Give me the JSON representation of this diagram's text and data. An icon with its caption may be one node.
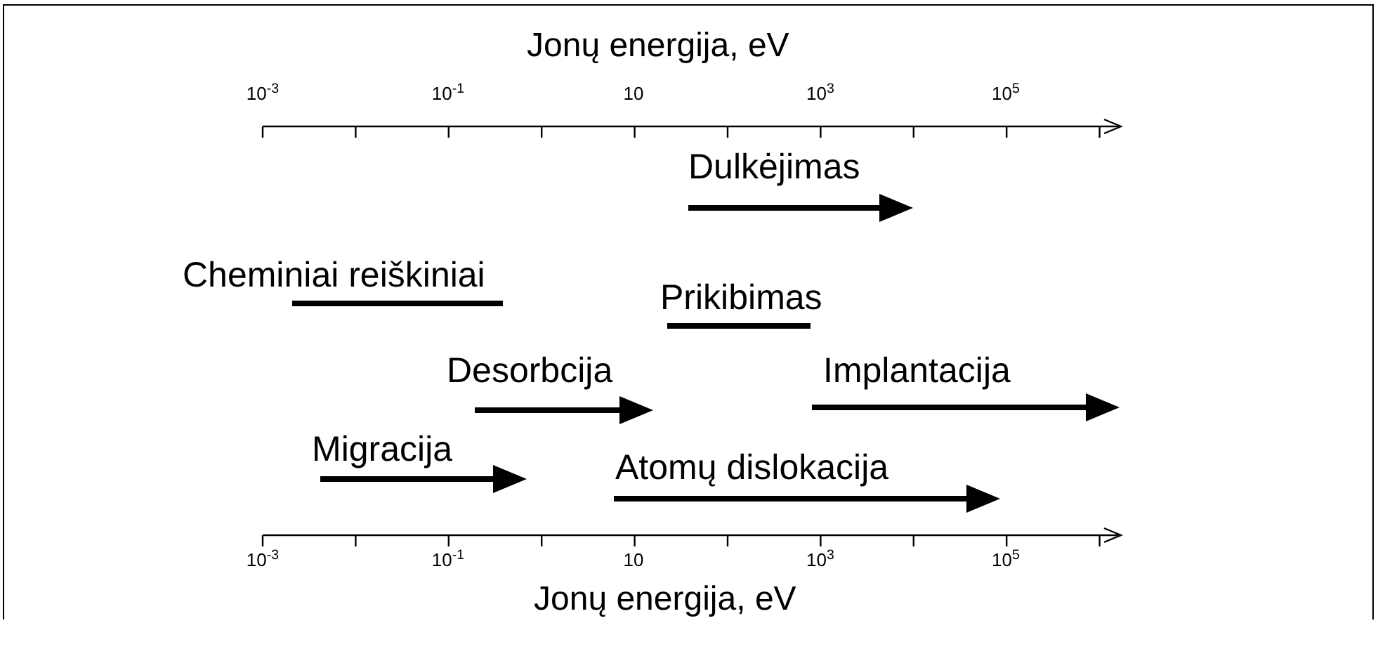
{
  "diagram": {
    "labels": [
      "Jonų energija, eV",
      "10$^{-3}$",
      "10$^{-1}$",
      "10",
      "10$^{3}$",
      "10$^{5}$",
      "Dulkėjimas",
      "Cheminiai reiškiniai",
      "Prikibimas",
      "Desorbcija",
      "Implantacija",
      "Migracija",
      "Atomų dislokacija",
      "10$^{-3}$",
      "10$^{-1}$",
      "10",
      "10$^{3}$",
      "10$^{5}$",
      "Jonų energija, eV"
    ]
  }
}
